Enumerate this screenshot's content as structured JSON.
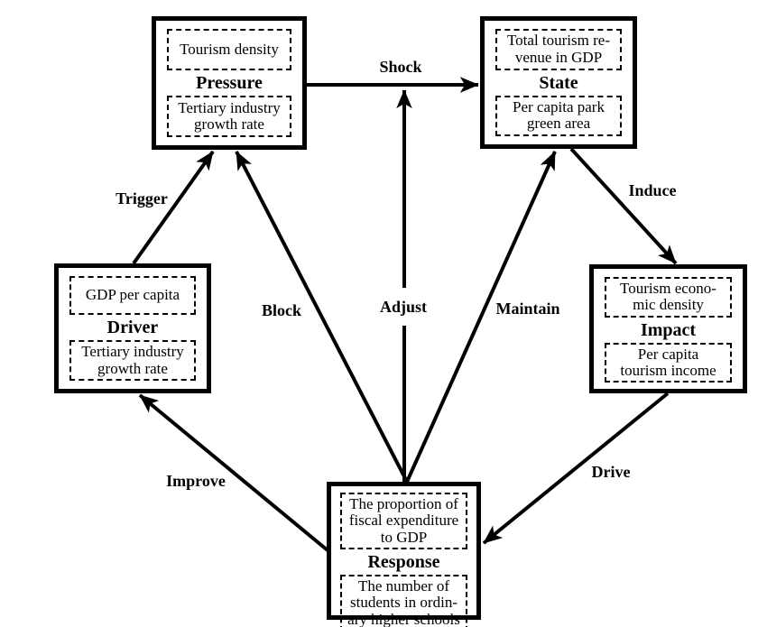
{
  "diagram": {
    "model": "DPSIR",
    "colors": {
      "line": "#000000",
      "background": "#ffffff",
      "text": "#000000"
    },
    "nodes": [
      {
        "id": "pressure",
        "title": "Pressure",
        "top_indicator": "Tourism density",
        "bottom_indicator": "Tertiary industry\ngrowth rate"
      },
      {
        "id": "state",
        "title": "State",
        "top_indicator": "Total tourism re-\nvenue in GDP",
        "bottom_indicator": "Per capita park\ngreen area"
      },
      {
        "id": "driver",
        "title": "Driver",
        "top_indicator": "GDP per capita",
        "bottom_indicator": "Tertiary industry\ngrowth rate"
      },
      {
        "id": "impact",
        "title": "Impact",
        "top_indicator": "Tourism econo-\nmic density",
        "bottom_indicator": "Per capita\ntourism income"
      },
      {
        "id": "response",
        "title": "Response",
        "top_indicator": "The proportion of\nfiscal expenditure\nto GDP",
        "bottom_indicator": "The number of\nstudents in ordin-\nary higher schools"
      }
    ],
    "edges": [
      {
        "label": "Shock",
        "from": "Pressure",
        "to": "State"
      },
      {
        "label": "Trigger",
        "from": "Driver",
        "to": "Pressure"
      },
      {
        "label": "Induce",
        "from": "State",
        "to": "Impact"
      },
      {
        "label": "Block",
        "from": "Response",
        "to": "Pressure"
      },
      {
        "label": "Adjust",
        "from": "Response",
        "to": "Shock arrow"
      },
      {
        "label": "Maintain",
        "from": "Response",
        "to": "State"
      },
      {
        "label": "Improve",
        "from": "Response",
        "to": "Driver"
      },
      {
        "label": "Drive",
        "from": "Impact",
        "to": "Response"
      }
    ]
  }
}
